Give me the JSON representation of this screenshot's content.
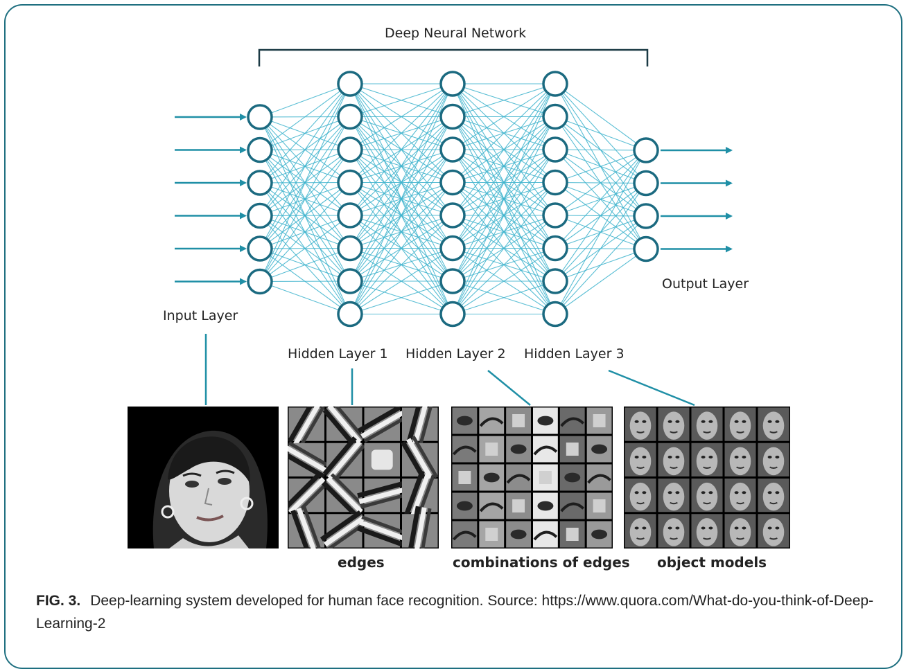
{
  "title": "Deep Neural Network",
  "layers": {
    "input": "Input Layer",
    "hidden1": "Hidden Layer 1",
    "hidden2": "Hidden Layer 2",
    "hidden3": "Hidden Layer 3",
    "output": "Output Layer"
  },
  "network": {
    "neuron_counts": [
      6,
      8,
      8,
      8,
      4
    ],
    "input_arrows": 6,
    "output_arrows": 4
  },
  "panels": {
    "edges": "edges",
    "combinations": "combinations of edges",
    "objects": "object models"
  },
  "caption": {
    "label": "FIG. 3.",
    "text": "Deep-learning system developed for human face recognition. Source: https://www.quora.com/What-do-you-think-of-Deep-Learning-2"
  },
  "colors": {
    "accent": "#1f8fa6",
    "edge": "#3db3cc",
    "neuron": "#1b6a80",
    "frame": "#1e6f80"
  }
}
